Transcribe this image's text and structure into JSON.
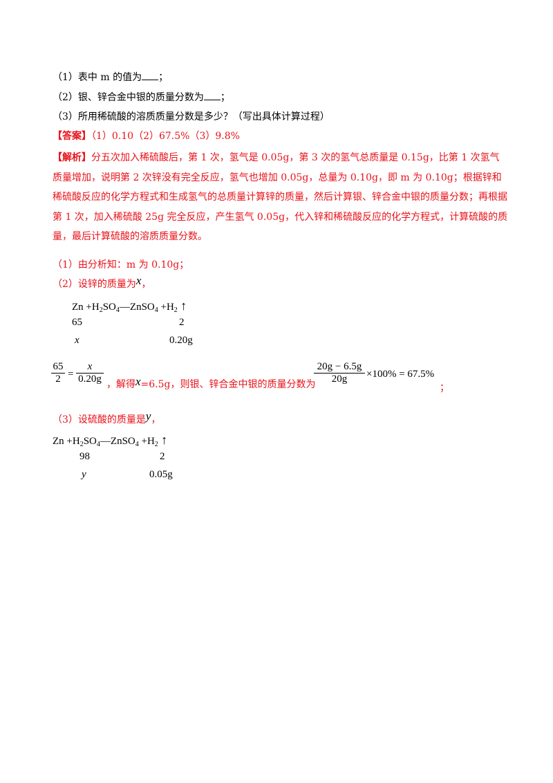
{
  "q1": {
    "text": "（1）表中 m 的值为",
    "end": "；"
  },
  "q2": {
    "text": "（2）银、锌合金中银的质量分数为",
    "end": "；"
  },
  "q3": {
    "text": "（3）所用稀硫酸的溶质质量分数是多少？（写出具体计算过程）"
  },
  "answer": {
    "label": "【答案】",
    "text": "（1）0.10（2）67.5%（3）9.8%"
  },
  "analysis": {
    "label": "【解析】",
    "text": "分五次加入稀硫酸后，第 1 次，氢气是 0.05g，第 3 次的氢气总质量是 0.15g，比第 1 次氢气质量增加，说明第 2 次锌没有完全反应，氢气也增加 0.05g，总量为 0.10g，即 m 为 0.10g；根据锌和稀硫酸反应的化学方程式和生成氢气的总质量计算锌的质量，然后计算银、锌合金中银的质量分数；再根据第 1 次，加入稀硫酸 25g 完全反应，产生氢气 0.05g，代入锌和稀硫酸反应的化学方程式，计算硫酸的质量，最后计算硫酸的溶质质量分数。"
  },
  "s1": "（1）由分析知：m 为 0.10g；",
  "s2": {
    "text": "（2）设锌的质量为",
    "var": "x",
    "end": "，"
  },
  "eq1": {
    "zn": "Zn +H",
    "s1": "2",
    "so": "SO",
    "s2": "4",
    "mid": "—ZnSO",
    "s3": "4",
    "h": " +H",
    "s4": "2",
    "arrow": " ↑",
    "m1": "65",
    "m2": "2",
    "v1": "x",
    "v2": "0.20g"
  },
  "frac1": {
    "num": "65",
    "den": "2",
    "eq": "=",
    "num2": "x",
    "den2": "0.20g"
  },
  "mid_text": {
    "a": "，解得",
    "var": "x",
    "b": "=6.5g，则银、锌合金中银的质量分数为"
  },
  "frac2": {
    "num": "20g − 6.5g",
    "den": "20g",
    "rest": "×100% = 67.5%"
  },
  "semi": "；",
  "s3": {
    "text": "（3）设硫酸的质量是",
    "var": "y",
    "end": "，"
  },
  "eq2": {
    "zn": "Zn +H",
    "s1": "2",
    "so": "SO",
    "s2": "4",
    "mid": "—ZnSO",
    "s3": "4",
    "h": " +H",
    "s4": "2",
    "arrow": " ↑",
    "m1": "98",
    "m2": "2",
    "v1": "y",
    "v2": "0.05g"
  }
}
